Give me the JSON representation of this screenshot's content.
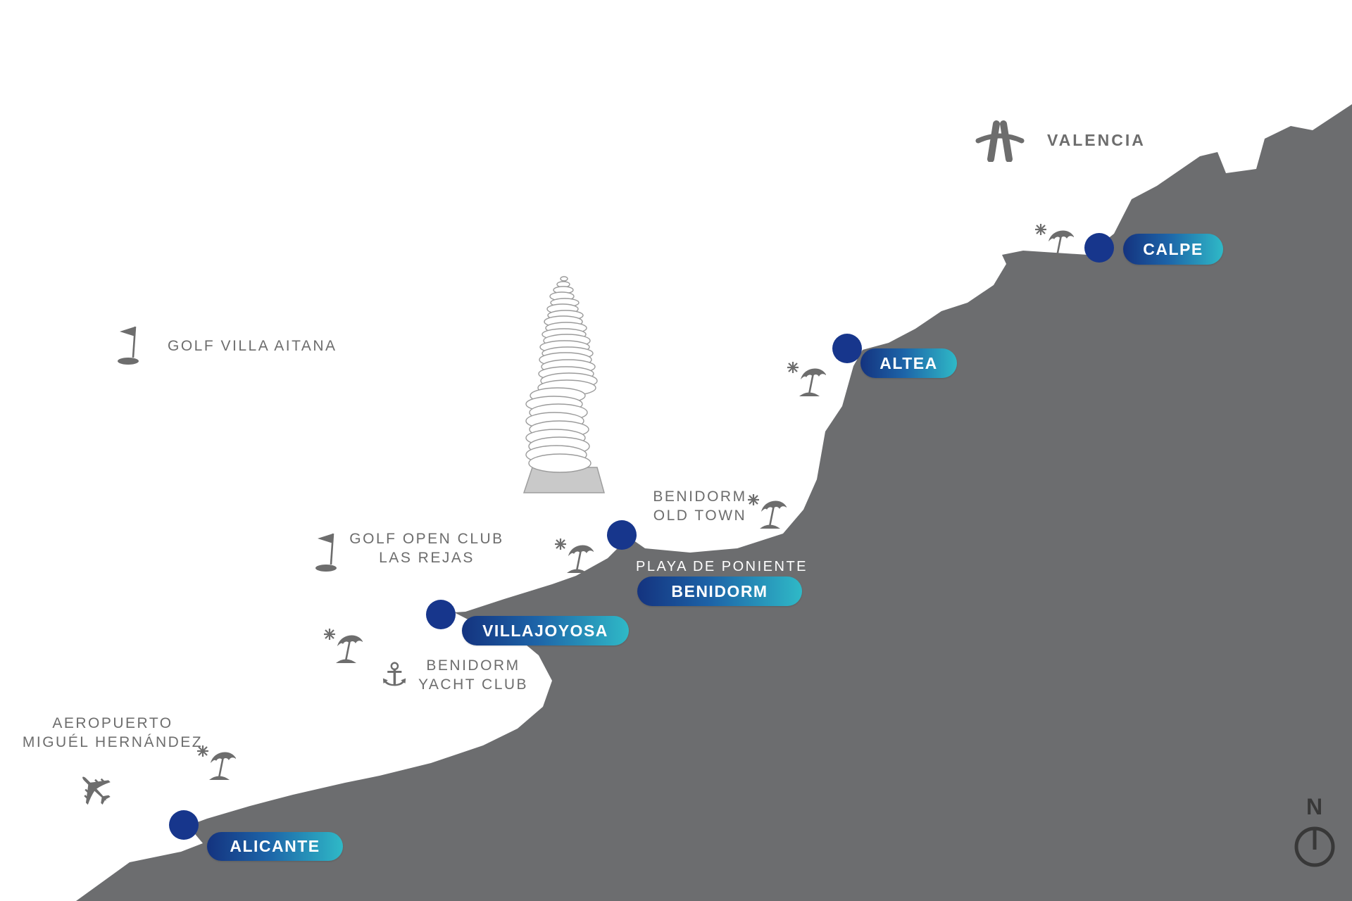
{
  "colors": {
    "land": "#6c6d6f",
    "sea": "#ffffff",
    "navy_dot": "#17368c",
    "badge_gradient_start": "#14337f",
    "badge_gradient_end": "#2fb9c7",
    "label_gray": "#6d6d6d"
  },
  "cities": [
    {
      "id": "alicante",
      "name": "ALICANTE"
    },
    {
      "id": "villajoyosa",
      "name": "VILLAJOYOSA"
    },
    {
      "id": "benidorm",
      "name": "BENIDORM"
    },
    {
      "id": "altea",
      "name": "ALTEA"
    },
    {
      "id": "calpe",
      "name": "CALPE"
    }
  ],
  "pois": {
    "valencia": {
      "label": "VALENCIA"
    },
    "golf_villa_aitana": {
      "label": "GOLF VILLA AITANA"
    },
    "golf_open_club": {
      "line1": "GOLF OPEN CLUB",
      "line2": "LAS REJAS"
    },
    "benidorm_old_town": {
      "line1": "BENIDORM",
      "line2": "OLD TOWN"
    },
    "playa_de_poniente": {
      "label": "PLAYA DE PONIENTE"
    },
    "yacht_club": {
      "line1": "BENIDORM",
      "line2": "YACHT CLUB"
    },
    "airport": {
      "line1": "AEROPUERTO",
      "line2": "MIGUÉL HERNÁNDEZ"
    }
  },
  "icons": {
    "plane": "✈",
    "anchor": "⚓"
  },
  "compass": {
    "label": "N"
  }
}
